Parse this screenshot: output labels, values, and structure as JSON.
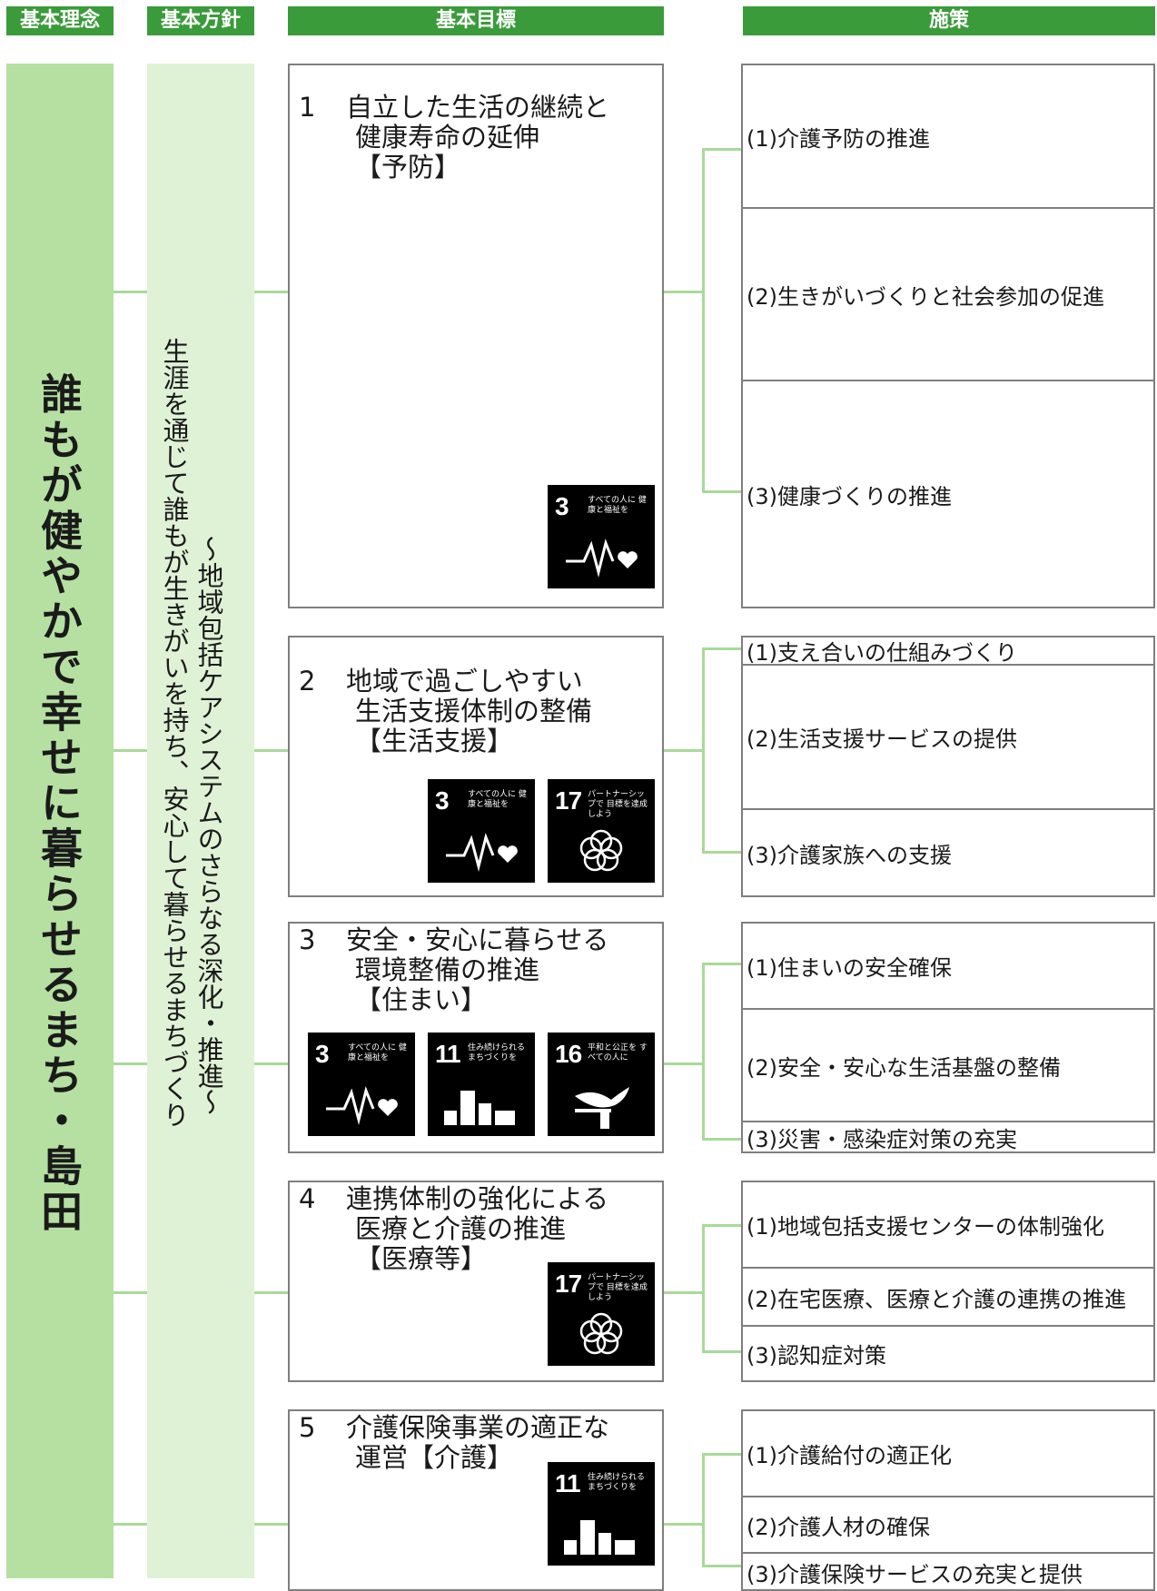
{
  "headers": {
    "concept": "基本理念",
    "policy": "基本方針",
    "goal": "基本目標",
    "measure": "施策"
  },
  "concept_text": "誰もが健やかで幸せに暮らせるまち・島田",
  "policy_text": {
    "line1": "生涯を通じて誰もが生きがいを持ち、安心して暮らせるまちづくり",
    "line2": "～地域包括ケアシステムのさらなる深化・推進～"
  },
  "goals": [
    {
      "num": "1",
      "line1": "自立した生活の継続と",
      "line2": "健康寿命の延伸",
      "line3": "【予防】"
    },
    {
      "num": "2",
      "line1": "地域で過ごしやすい",
      "line2": "生活支援体制の整備",
      "line3": "【生活支援】"
    },
    {
      "num": "3",
      "line1": "安全・安心に暮らせる",
      "line2": "環境整備の推進",
      "line3": "【住まい】"
    },
    {
      "num": "4",
      "line1": "連携体制の強化による",
      "line2": "医療と介護の推進",
      "line3": "【医療等】"
    },
    {
      "num": "5",
      "line1": "介護保険事業の適正な",
      "line2": "運営【介護】",
      "line3": ""
    }
  ],
  "measures": [
    [
      "(1)介護予防の推進",
      "(2)生きがいづくりと社会参加の促進",
      "(3)健康づくりの推進"
    ],
    [
      "(1)支え合いの仕組みづくり",
      "(2)生活支援サービスの提供",
      "(3)介護家族への支援"
    ],
    [
      "(1)住まいの安全確保",
      "(2)安全・安心な生活基盤の整備",
      "(3)災害・感染症対策の充実"
    ],
    [
      "(1)地域包括支援センターの体制強化",
      "(2)在宅医療、医療と介護の連携の推進",
      "(3)認知症対策"
    ],
    [
      "(1)介護給付の適正化",
      "(2)介護人材の確保",
      "(3)介護保険サービスの充実と提供"
    ]
  ],
  "sdg": {
    "3": {
      "num": "3",
      "text": "すべての人に 健康と福祉を"
    },
    "11": {
      "num": "11",
      "text": "住み続けられる まちづくりを"
    },
    "16": {
      "num": "16",
      "text": "平和と公正を すべての人に"
    },
    "17": {
      "num": "17",
      "text": "パートナーシップで 目標を達成しよう"
    }
  },
  "colors": {
    "header": "#3a9b3a",
    "concept_bg": "#b5e0a2",
    "policy_bg": "#dff2d6",
    "connector": "#a9d99a",
    "border": "#7f7f7f"
  }
}
